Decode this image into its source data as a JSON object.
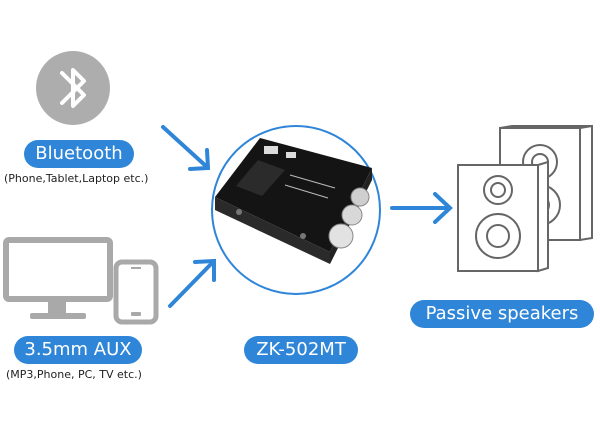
{
  "sources": [
    {
      "label": "Bluetooth",
      "sublabel": "(Phone,Tablet,Laptop etc.)",
      "icon": "bluetooth-icon"
    },
    {
      "label": "3.5mm AUX",
      "sublabel": "(MP3,Phone, PC, TV etc.)",
      "icon": "monitor-phone-icon"
    }
  ],
  "device": {
    "label": "ZK-502MT",
    "icon": "amplifier-board-icon"
  },
  "output": {
    "label": "Passive speakers",
    "icon": "speakers-icon"
  },
  "colors": {
    "accent": "#2f86d8",
    "icon_gray": "#a9a9a9"
  }
}
